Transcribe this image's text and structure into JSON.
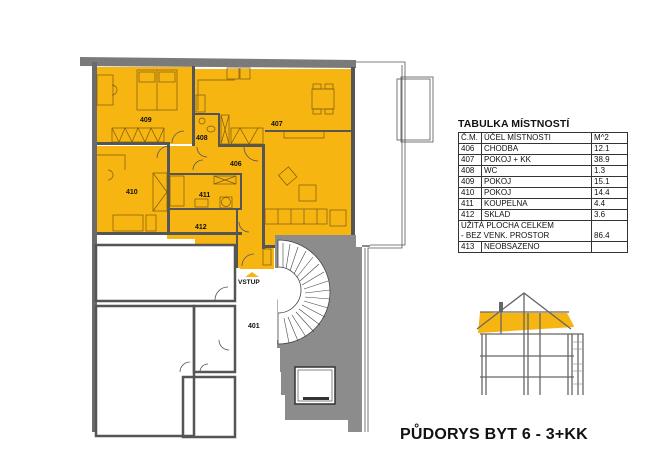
{
  "colors": {
    "apartment_fill": "#F7B512",
    "wall": "#6E6E6E",
    "wall_dark": "#4A4A4A",
    "structure_gray": "#8C8C8C",
    "furniture_line": "#7A5A10",
    "background": "#FFFFFF"
  },
  "plan": {
    "rooms": [
      {
        "id": "406",
        "label": "406"
      },
      {
        "id": "407",
        "label": "407"
      },
      {
        "id": "408",
        "label": "408"
      },
      {
        "id": "409",
        "label": "409"
      },
      {
        "id": "410",
        "label": "410"
      },
      {
        "id": "411",
        "label": "411"
      },
      {
        "id": "412",
        "label": "412"
      },
      {
        "id": "401",
        "label": "401"
      }
    ],
    "entrance_label": "VSTUP"
  },
  "room_table": {
    "title": "TABULKA MÍSTNOSTÍ",
    "headers": [
      "Č.M.",
      "ÚČEL MÍSTNOSTI",
      "M^2"
    ],
    "rows": [
      {
        "no": "406",
        "name": "CHODBA",
        "area": "12.1"
      },
      {
        "no": "407",
        "name": "POKOJ + KK",
        "area": "38.9"
      },
      {
        "no": "408",
        "name": "WC",
        "area": "1.3"
      },
      {
        "no": "409",
        "name": "POKOJ",
        "area": "15.1"
      },
      {
        "no": "410",
        "name": "POKOJ",
        "area": "14.4"
      },
      {
        "no": "411",
        "name": "KOUPELNA",
        "area": "4.4"
      },
      {
        "no": "412",
        "name": "SKLAD",
        "area": "3.6"
      }
    ],
    "summary": {
      "line1": "UŽITÁ PLOCHA CELKEM",
      "line2": "- BEZ VENK. PROSTOR",
      "area": "86.4"
    },
    "last_row": {
      "no": "413",
      "name": "NEOBSAZENO",
      "area": ""
    }
  },
  "section_diagram": {
    "highlighted_floor": "attic"
  },
  "footer": {
    "title": "PŮDORYS BYT 6 - 3+KK"
  }
}
